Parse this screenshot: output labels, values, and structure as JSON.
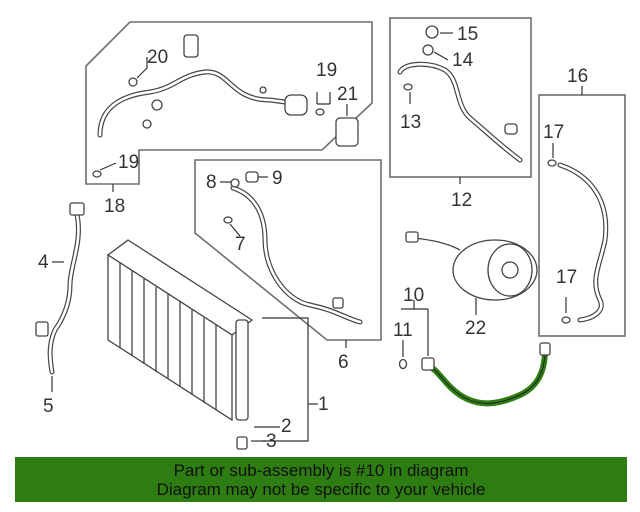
{
  "diagram": {
    "callouts": [
      "20",
      "19",
      "21",
      "19",
      "18",
      "15",
      "14",
      "13",
      "12",
      "16",
      "17",
      "17",
      "9",
      "8",
      "7",
      "6",
      "4",
      "5",
      "1",
      "2",
      "3",
      "10",
      "11",
      "22"
    ],
    "highlight_color": "#2e7d12"
  },
  "banner": {
    "line1": "Part or sub-assembly is #10 in diagram",
    "line2": "Diagram may not be specific to your vehicle",
    "background": "#2e7d12"
  }
}
